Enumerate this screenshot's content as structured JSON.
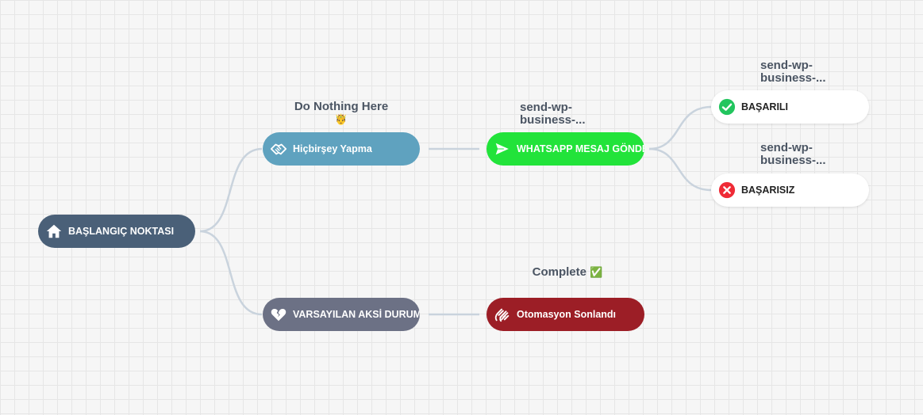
{
  "colors": {
    "start": "#4a6078",
    "nothing": "#5fa2bf",
    "whatsapp": "#22e33a",
    "default": "#6c7185",
    "end": "#9c1e26",
    "success": "#22c55e",
    "failure": "#ef2b36",
    "edge": "#c9d3dd"
  },
  "nodes": {
    "start": {
      "label": "BAŞLANGIÇ NOKTASI",
      "icon": "home-icon"
    },
    "do_nothing": {
      "label": "Hiçbirşey Yapma",
      "icon": "handshake-icon"
    },
    "whatsapp": {
      "label": "WHATSAPP MESAJ GÖNDER",
      "icon": "send-icon"
    },
    "default_case": {
      "label": "VARSAYILAN AKSİ DURUM",
      "icon": "broken-heart-icon"
    },
    "end": {
      "label": "Otomasyon Sonlandı",
      "icon": "clapping-hands-icon"
    },
    "success": {
      "label": "BAŞARILI",
      "icon": "check-circle-icon"
    },
    "failure": {
      "label": "BAŞARISIZ",
      "icon": "x-circle-icon"
    }
  },
  "labels": {
    "do_nothing": {
      "line1": "Do Nothing Here",
      "emoji": "🤴"
    },
    "whatsapp": {
      "line1": "send-wp-",
      "line2": "business-..."
    },
    "success": {
      "line1": "send-wp-",
      "line2": "business-..."
    },
    "failure": {
      "line1": "send-wp-",
      "line2": "business-..."
    },
    "end": {
      "line1": "Complete",
      "emoji": "✅"
    }
  }
}
